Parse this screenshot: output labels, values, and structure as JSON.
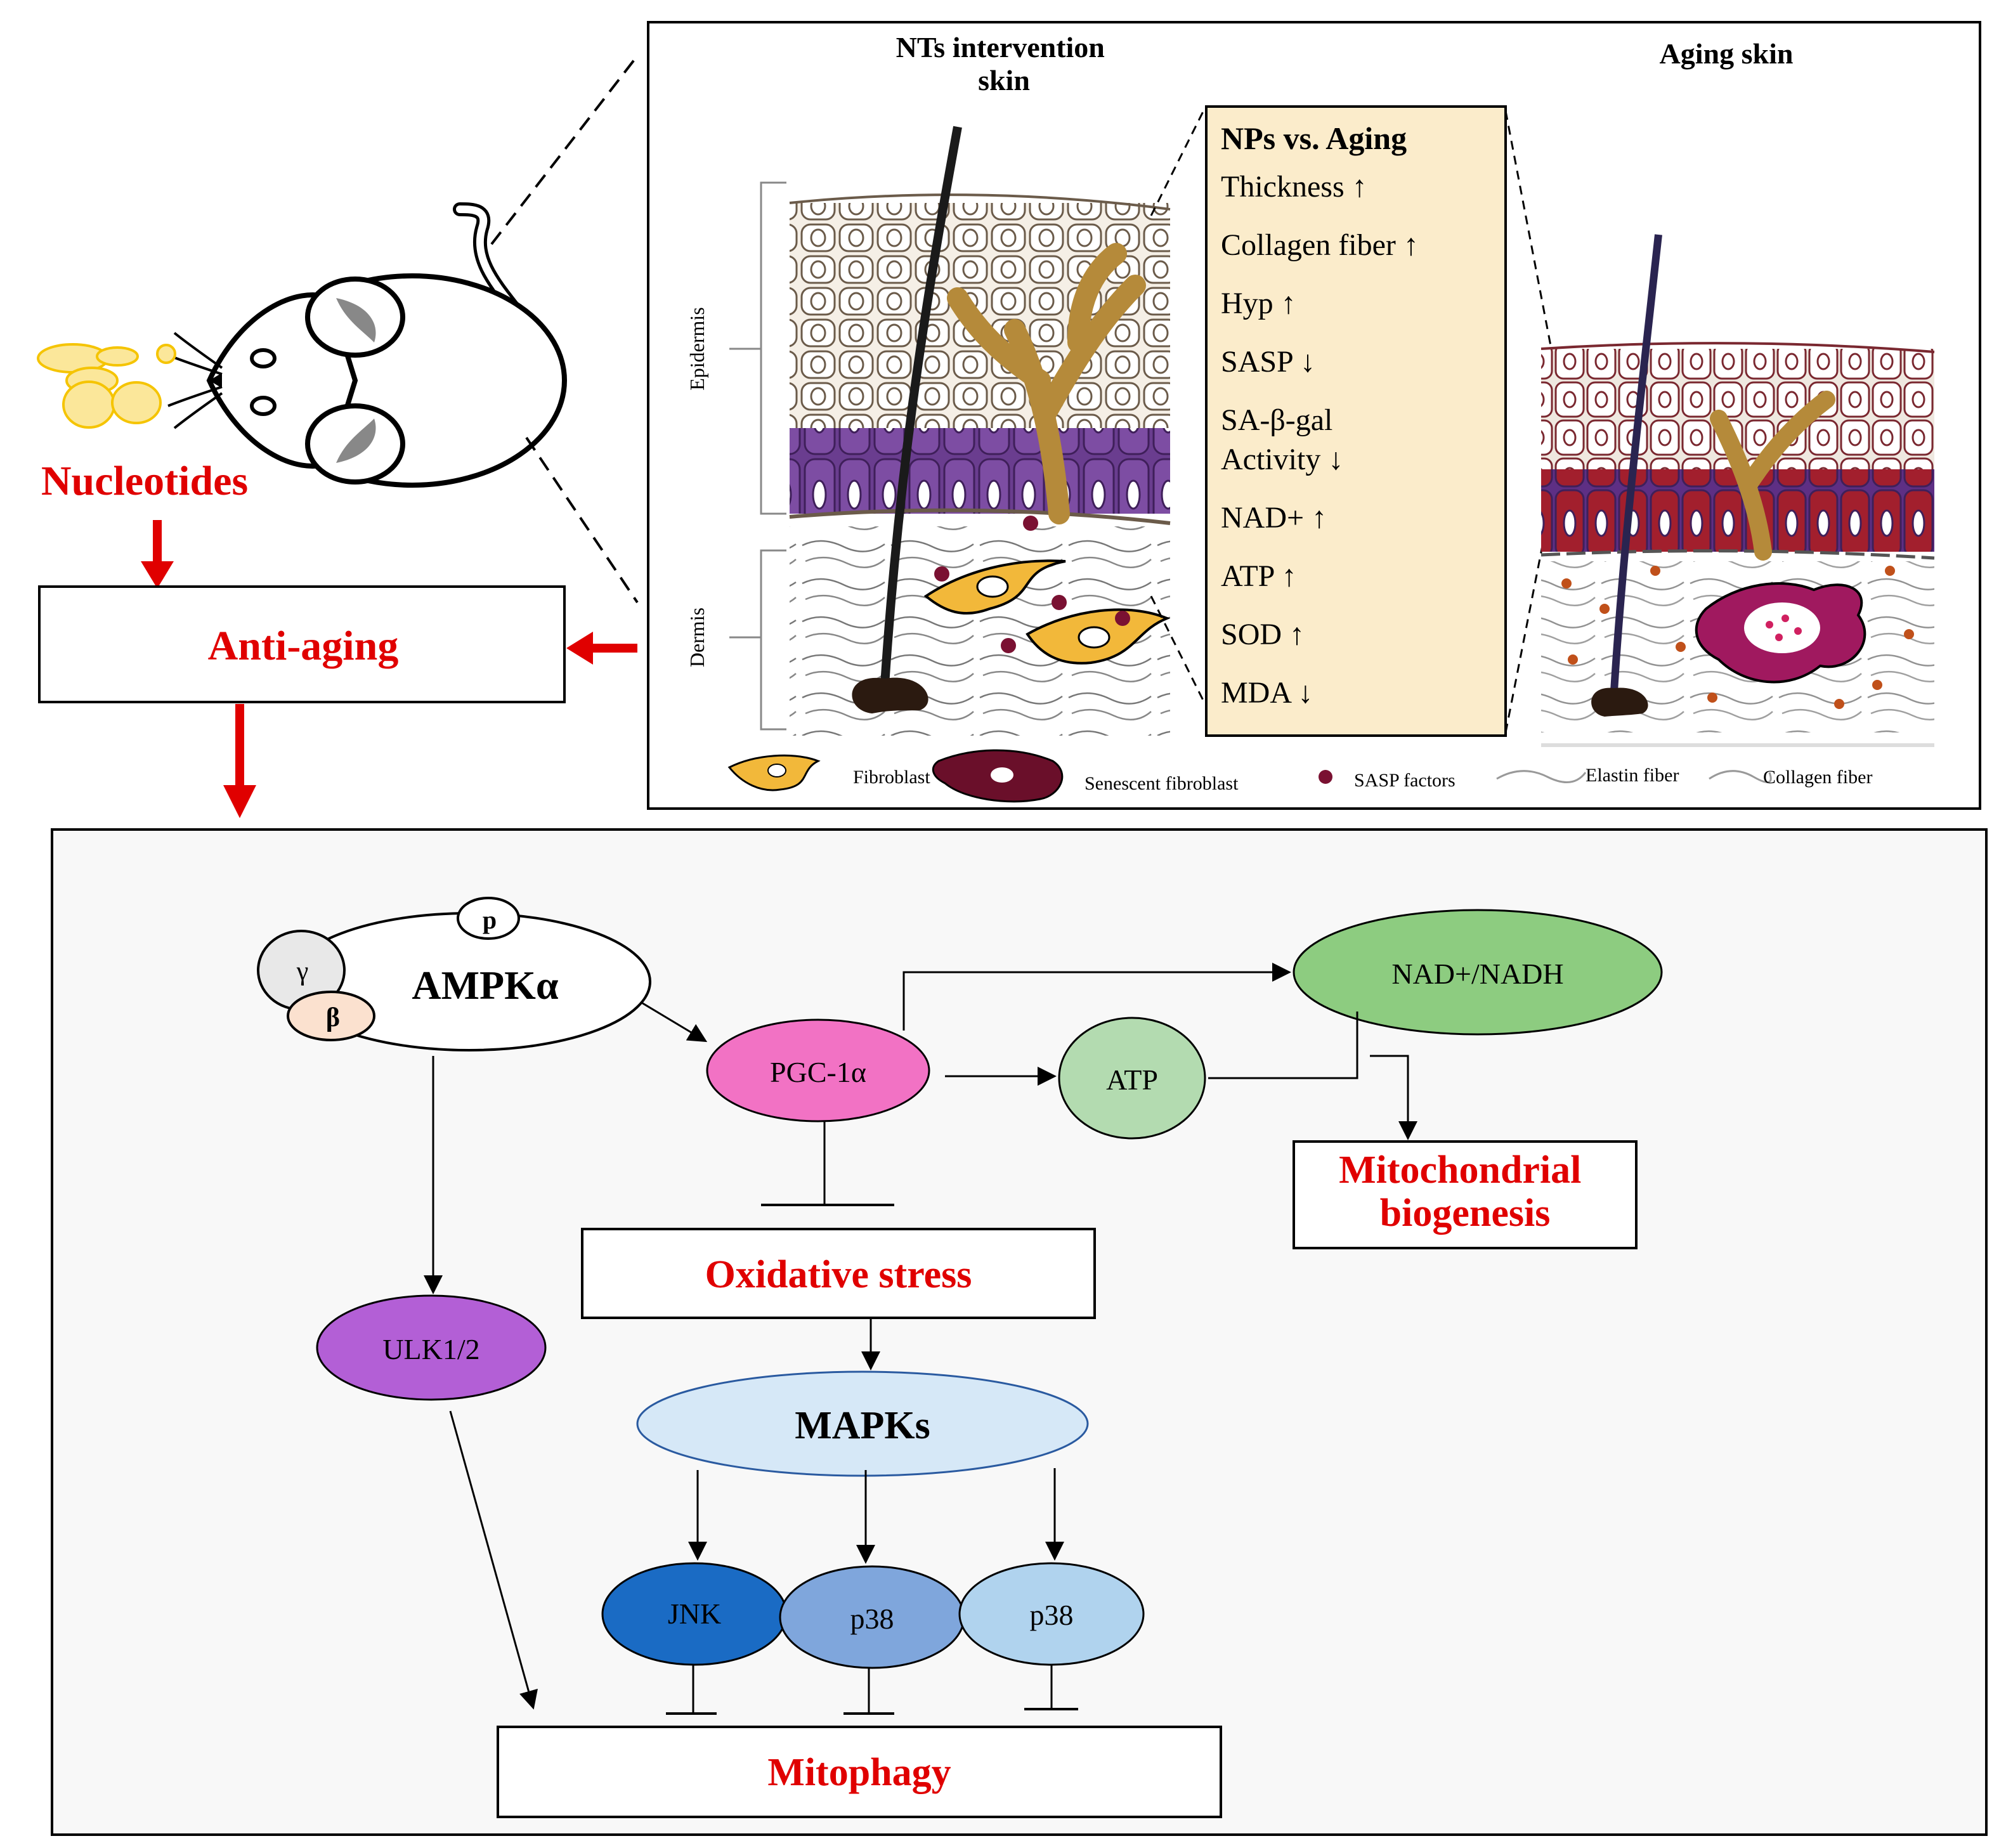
{
  "left_panel": {
    "nucleotides_label": "Nucleotides",
    "anti_aging_label": "Anti-aging"
  },
  "skin_panel": {
    "nts_skin_title": "NTs intervention\nskin",
    "aging_skin_title": "Aging skin",
    "layer_labels": {
      "epidermis": "Epidermis",
      "dermis": "Dermis"
    },
    "comparison": {
      "title": "NPs vs. Aging",
      "items": [
        "Thickness ↑",
        "Collagen fiber ↑",
        "Hyp  ↑",
        "SASP ↓",
        "SA-β-gal\nActivity ↓",
        "NAD+ ↑",
        "ATP ↑",
        "SOD ↑",
        "MDA ↓"
      ]
    },
    "legend": [
      {
        "icon": "fibroblast-icon",
        "label": "Fibroblast"
      },
      {
        "icon": "senescent-fibroblast-icon",
        "label": "Senescent fibroblast"
      },
      {
        "icon": "sasp-factor-icon",
        "label": "SASP factors"
      },
      {
        "icon": "elastin-fiber-icon",
        "label": "Elastin fiber"
      },
      {
        "icon": "collagen-fiber-icon",
        "label": "Collagen fiber"
      }
    ]
  },
  "pathway": {
    "ampk": {
      "label": "AMPKα",
      "gamma": "γ",
      "beta": "β",
      "p": "p"
    },
    "pgc": "PGC-1α",
    "atp": "ATP",
    "nad": "NAD+/NADH",
    "mito_bio": "Mitochondrial\nbiogenesis",
    "ulk": "ULK1/2",
    "oxidative": "Oxidative stress",
    "mapks": "MAPKs",
    "jnk": "JNK",
    "p38a": "p38",
    "p38b": "p38",
    "mitophagy": "Mitophagy"
  },
  "colors": {
    "red_accent": "#e00000",
    "panel_bg": "#f8f8f8",
    "pgc": "#f272c4",
    "atp": "#b3dbb0",
    "nad": "#8dcc80",
    "ulk": "#b35fd6",
    "mapks": "#d6e8f7",
    "jnk": "#1a6bc4",
    "p38a": "#7fa6dc",
    "p38b": "#b0d3ee",
    "comparison_box": "#fbeccb"
  }
}
